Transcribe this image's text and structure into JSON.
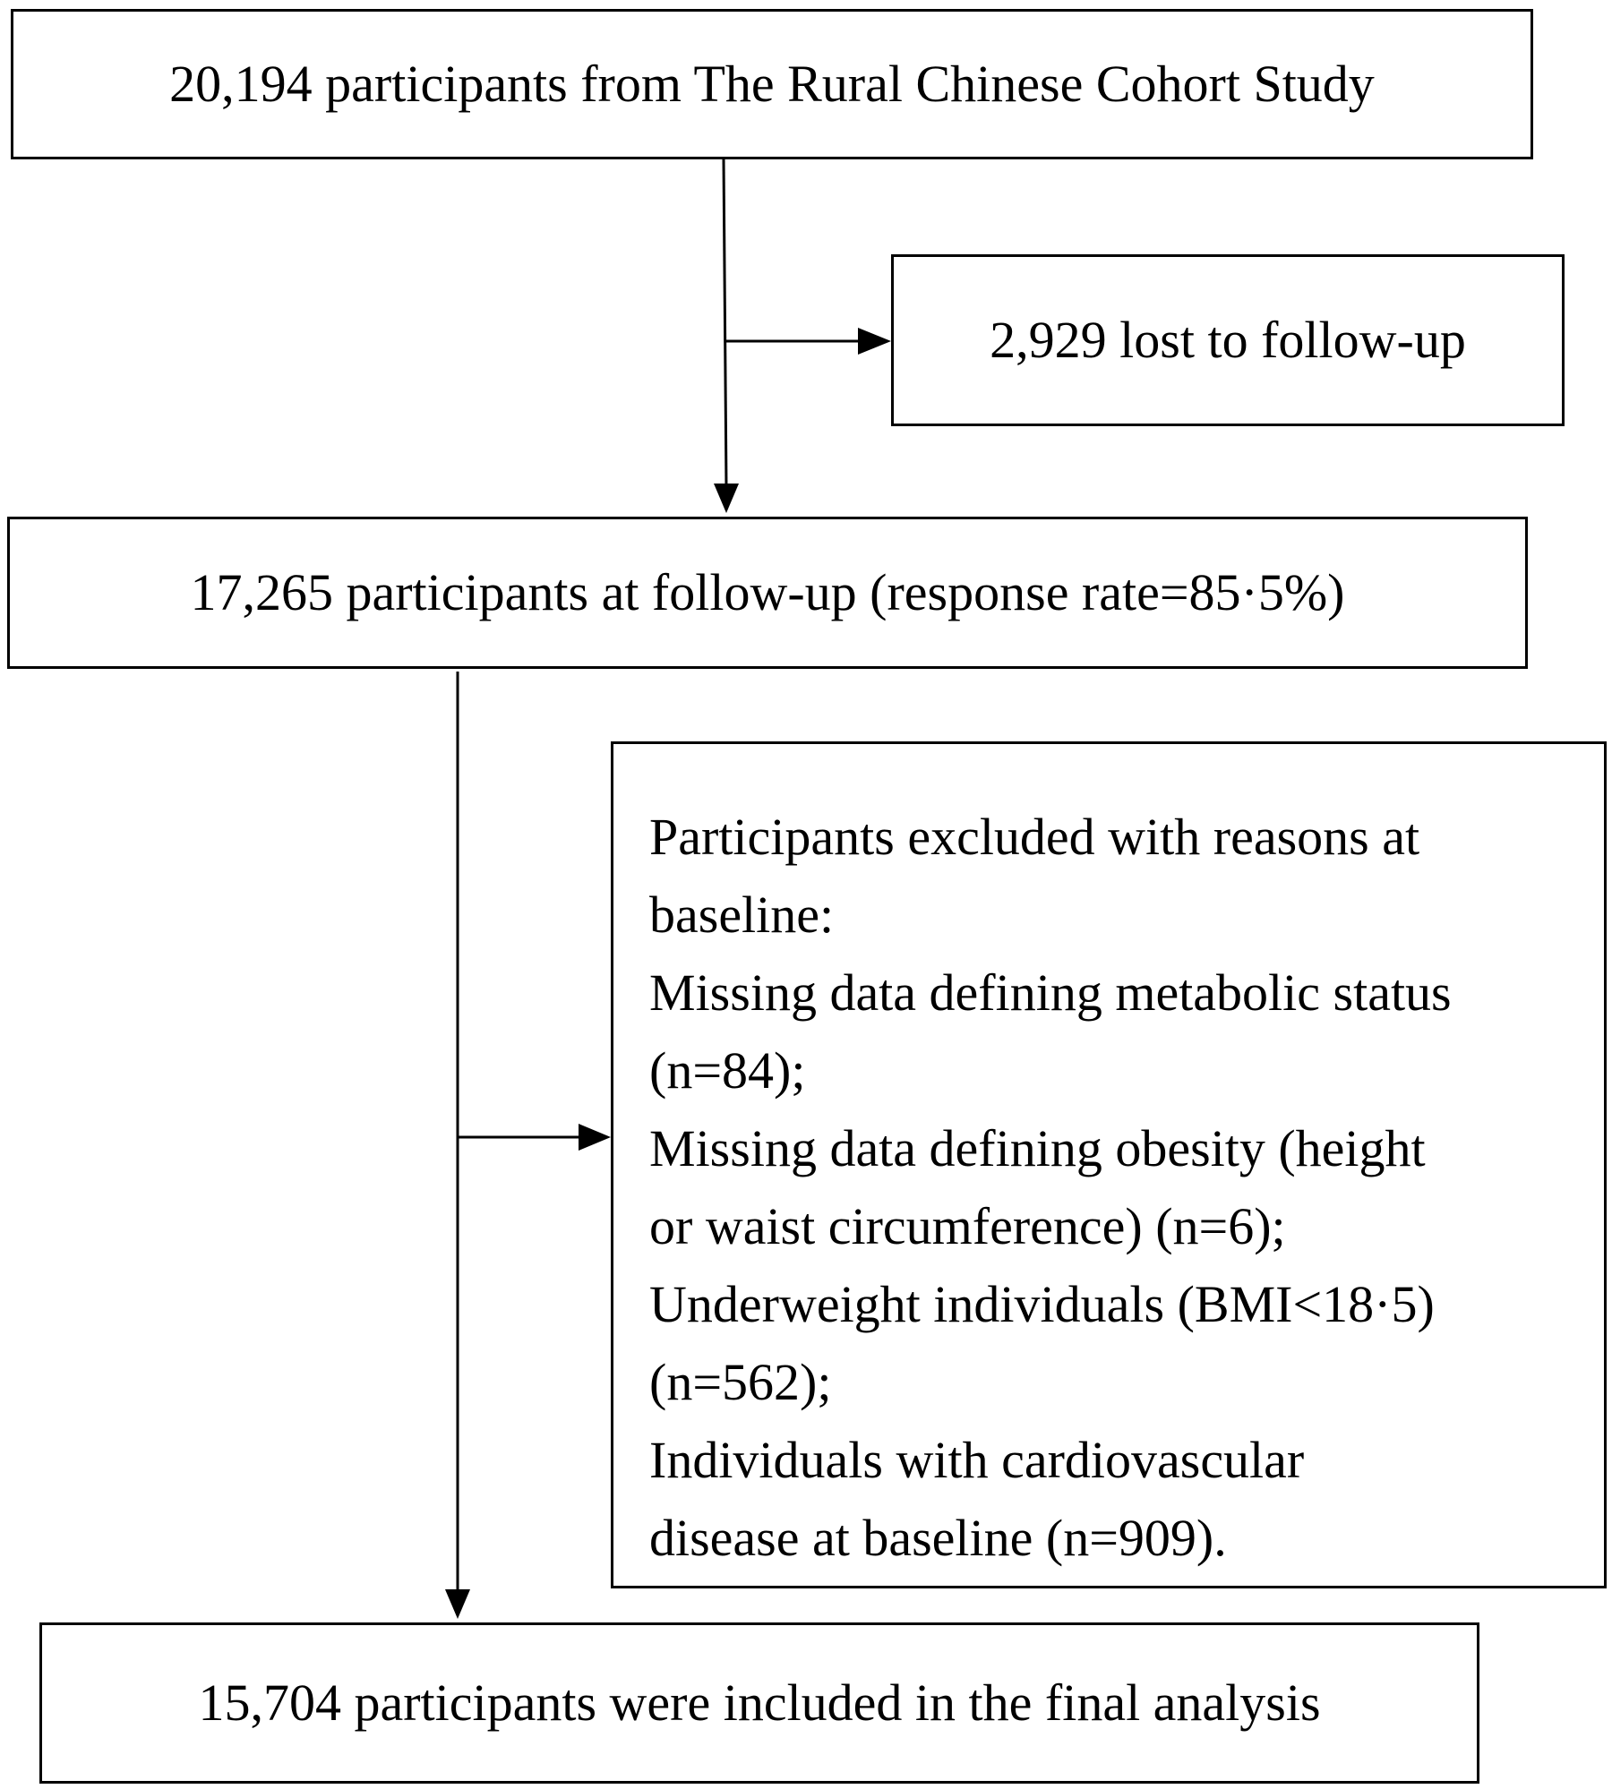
{
  "flowchart": {
    "cohort_box": "20,194 participants from The Rural Chinese Cohort Study",
    "lost_box": "2,929 lost to follow-up",
    "followup_box": "17,265 participants at follow-up (response rate=85·5%)",
    "excluded_box": {
      "lines": [
        "Participants excluded with reasons at",
        "baseline:",
        "Missing data defining metabolic status",
        "(n=84);",
        "Missing data defining obesity (height",
        "or waist circumference) (n=6);",
        "Underweight individuals (BMI<18·5)",
        "(n=562);",
        "Individuals with cardiovascular",
        "disease at baseline (n=909)."
      ]
    },
    "final_box": "15,704 participants were included in the final analysis"
  }
}
